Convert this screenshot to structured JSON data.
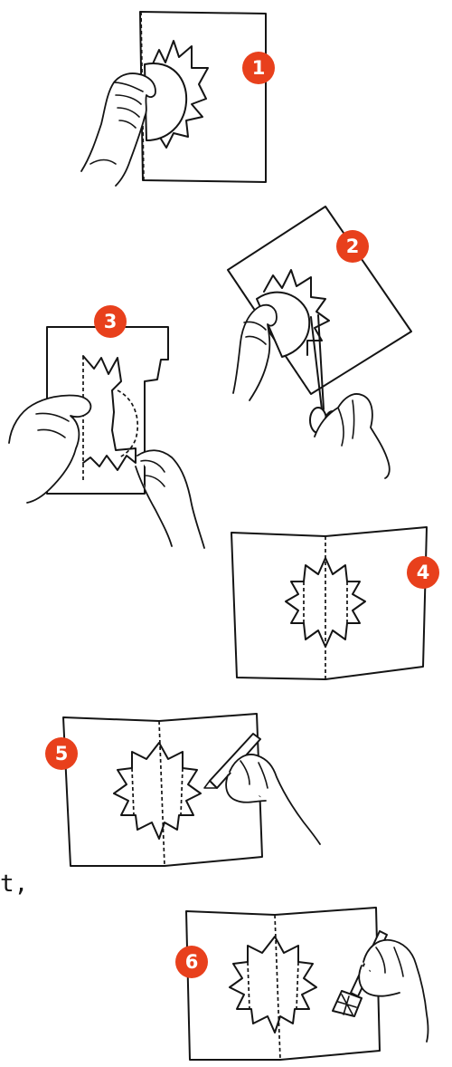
{
  "steps": [
    {
      "number": "1"
    },
    {
      "number": "2"
    },
    {
      "number": "3"
    },
    {
      "number": "4"
    },
    {
      "number": "5"
    },
    {
      "number": "6"
    }
  ],
  "left_text_fragment": "t,",
  "colors": {
    "badge": "#e8401c",
    "ink": "#141414",
    "paper": "#ffffff"
  }
}
